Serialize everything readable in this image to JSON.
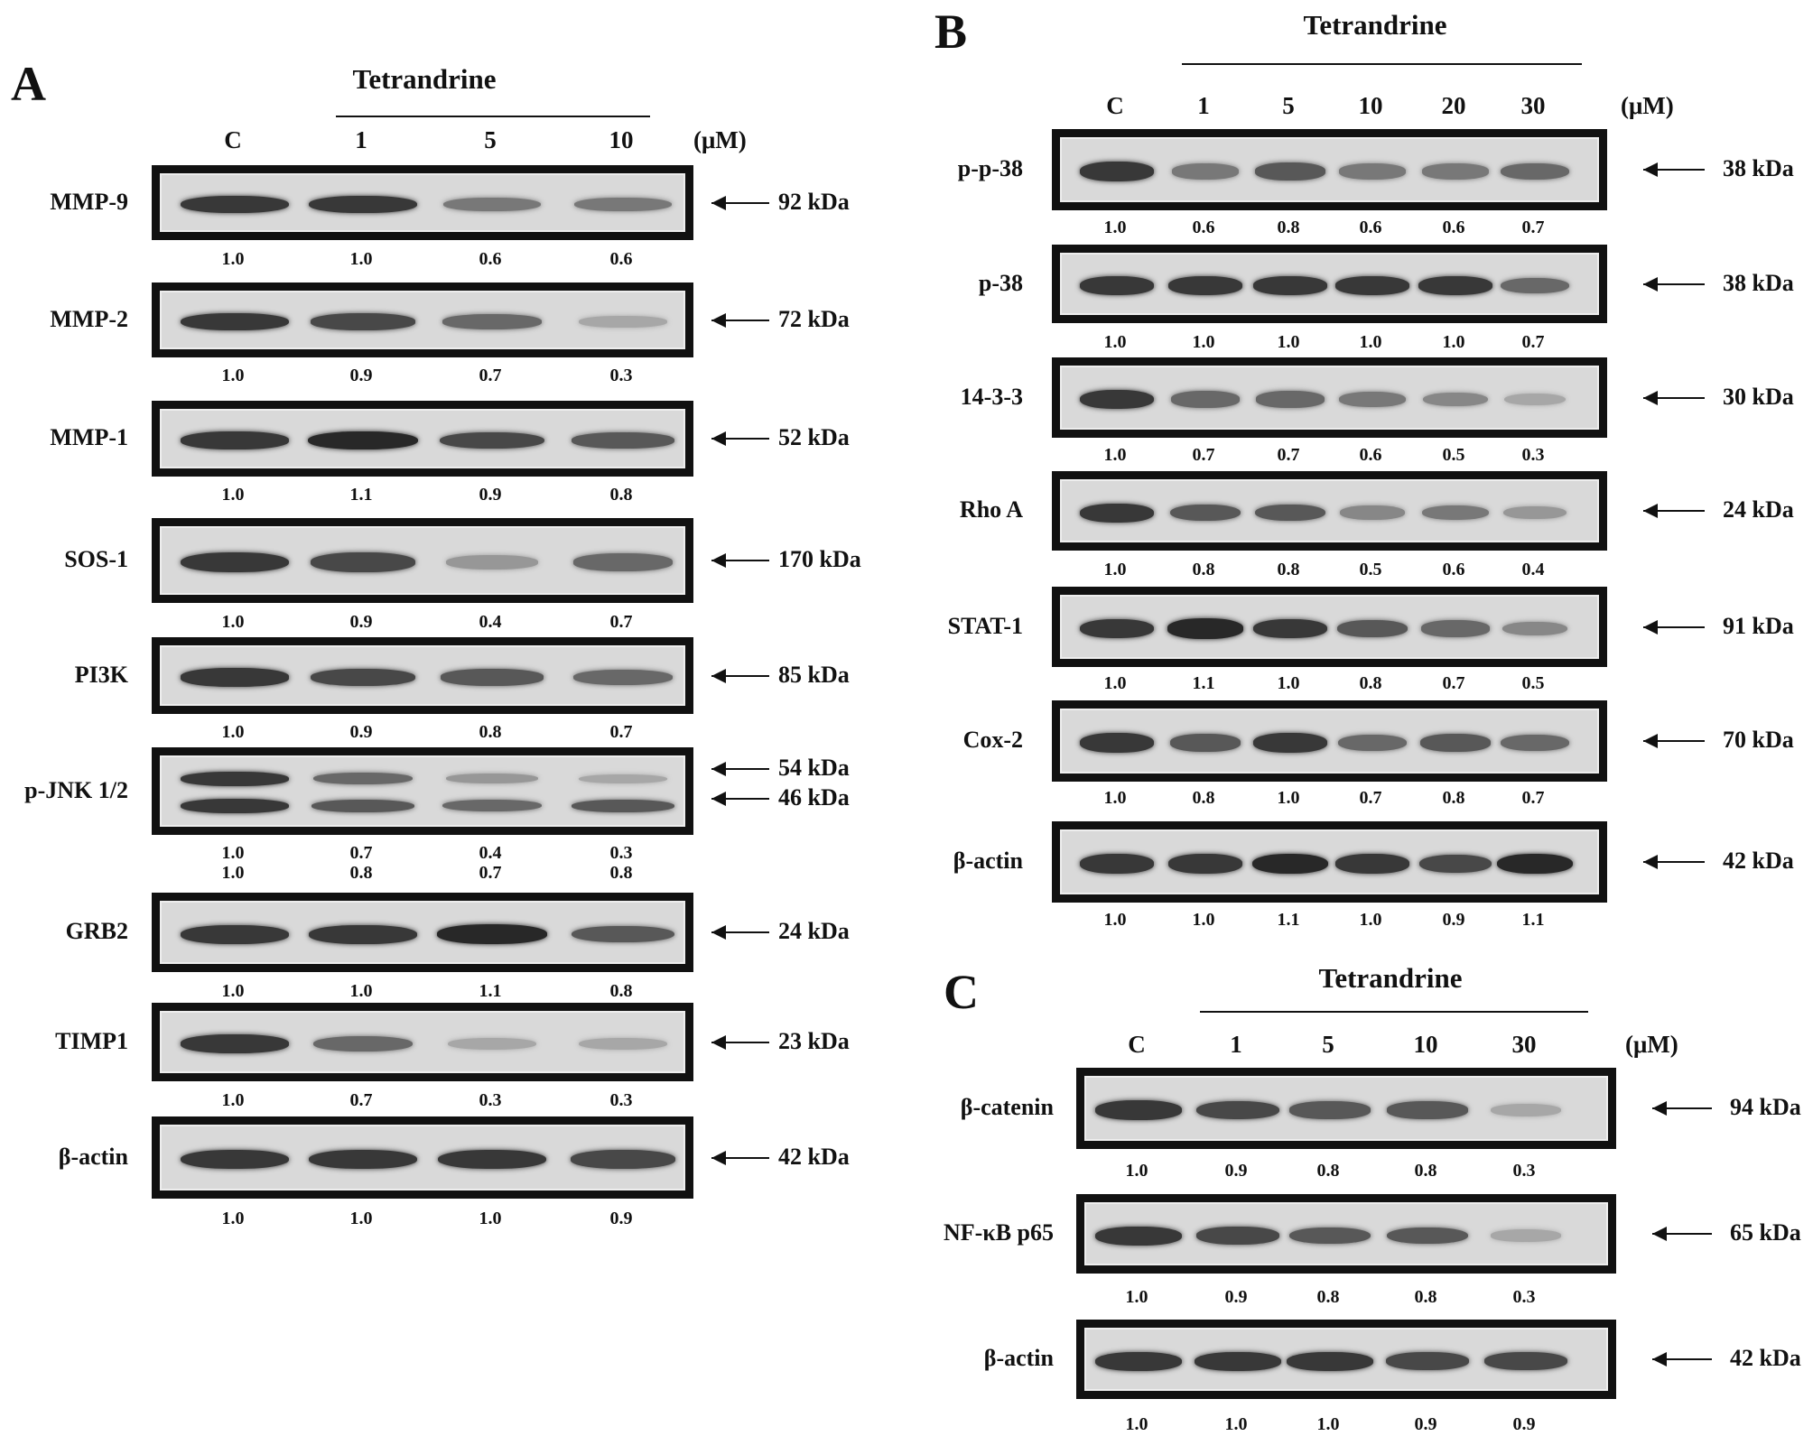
{
  "panels": [
    {
      "letter": "A",
      "drug": "Tetrandrine",
      "unit": "(μM)",
      "lanes": [
        "C",
        "1",
        "5",
        "10"
      ],
      "blots": [
        {
          "label": "MMP-9",
          "kda": [
            "92 kDa"
          ],
          "quant": [
            [
              "1.0",
              "1.0",
              "0.6",
              "0.6"
            ]
          ]
        },
        {
          "label": "MMP-2",
          "kda": [
            "72 kDa"
          ],
          "quant": [
            [
              "1.0",
              "0.9",
              "0.7",
              "0.3"
            ]
          ]
        },
        {
          "label": "MMP-1",
          "kda": [
            "52 kDa"
          ],
          "quant": [
            [
              "1.0",
              "1.1",
              "0.9",
              "0.8"
            ]
          ]
        },
        {
          "label": "SOS-1",
          "kda": [
            "170 kDa"
          ],
          "quant": [
            [
              "1.0",
              "0.9",
              "0.4",
              "0.7"
            ]
          ]
        },
        {
          "label": "PI3K",
          "kda": [
            "85 kDa"
          ],
          "quant": [
            [
              "1.0",
              "0.9",
              "0.8",
              "0.7"
            ]
          ]
        },
        {
          "label": "p-JNK 1/2",
          "kda": [
            "54 kDa",
            "46 kDa"
          ],
          "quant": [
            [
              "1.0",
              "0.7",
              "0.4",
              "0.3"
            ],
            [
              "1.0",
              "0.8",
              "0.7",
              "0.8"
            ]
          ]
        },
        {
          "label": "GRB2",
          "kda": [
            "24 kDa"
          ],
          "quant": [
            [
              "1.0",
              "1.0",
              "1.1",
              "0.8"
            ]
          ]
        },
        {
          "label": "TIMP1",
          "kda": [
            "23 kDa"
          ],
          "quant": [
            [
              "1.0",
              "0.7",
              "0.3",
              "0.3"
            ]
          ]
        },
        {
          "label": "β-actin",
          "kda": [
            "42 kDa"
          ],
          "quant": [
            [
              "1.0",
              "1.0",
              "1.0",
              "0.9"
            ]
          ]
        }
      ]
    },
    {
      "letter": "B",
      "drug": "Tetrandrine",
      "unit": "(μM)",
      "lanes": [
        "C",
        "1",
        "5",
        "10",
        "20",
        "30"
      ],
      "blots": [
        {
          "label": "p-p-38",
          "kda": [
            "38 kDa"
          ],
          "quant": [
            [
              "1.0",
              "0.6",
              "0.8",
              "0.6",
              "0.6",
              "0.7"
            ]
          ]
        },
        {
          "label": "p-38",
          "kda": [
            "38 kDa"
          ],
          "quant": [
            [
              "1.0",
              "1.0",
              "1.0",
              "1.0",
              "1.0",
              "0.7"
            ]
          ]
        },
        {
          "label": "14-3-3",
          "kda": [
            "30 kDa"
          ],
          "quant": [
            [
              "1.0",
              "0.7",
              "0.7",
              "0.6",
              "0.5",
              "0.3"
            ]
          ]
        },
        {
          "label": "Rho A",
          "kda": [
            "24 kDa"
          ],
          "quant": [
            [
              "1.0",
              "0.8",
              "0.8",
              "0.5",
              "0.6",
              "0.4"
            ]
          ]
        },
        {
          "label": "STAT-1",
          "kda": [
            "91 kDa"
          ],
          "quant": [
            [
              "1.0",
              "1.1",
              "1.0",
              "0.8",
              "0.7",
              "0.5"
            ]
          ]
        },
        {
          "label": "Cox-2",
          "kda": [
            "70 kDa"
          ],
          "quant": [
            [
              "1.0",
              "0.8",
              "1.0",
              "0.7",
              "0.8",
              "0.7"
            ]
          ]
        },
        {
          "label": "β-actin",
          "kda": [
            "42 kDa"
          ],
          "quant": [
            [
              "1.0",
              "1.0",
              "1.1",
              "1.0",
              "0.9",
              "1.1"
            ]
          ]
        }
      ]
    },
    {
      "letter": "C",
      "drug": "Tetrandrine",
      "unit": "(μM)",
      "lanes": [
        "C",
        "1",
        "5",
        "10",
        "30"
      ],
      "blots": [
        {
          "label": "β-catenin",
          "kda": [
            "94 kDa"
          ],
          "quant": [
            [
              "1.0",
              "0.9",
              "0.8",
              "0.8",
              "0.3"
            ]
          ]
        },
        {
          "label": "NF-κB p65",
          "kda": [
            "65 kDa"
          ],
          "quant": [
            [
              "1.0",
              "0.9",
              "0.8",
              "0.8",
              "0.3"
            ]
          ]
        },
        {
          "label": "β-actin",
          "kda": [
            "42 kDa"
          ],
          "quant": [
            [
              "1.0",
              "1.0",
              "1.0",
              "0.9",
              "0.9"
            ]
          ]
        }
      ]
    }
  ]
}
